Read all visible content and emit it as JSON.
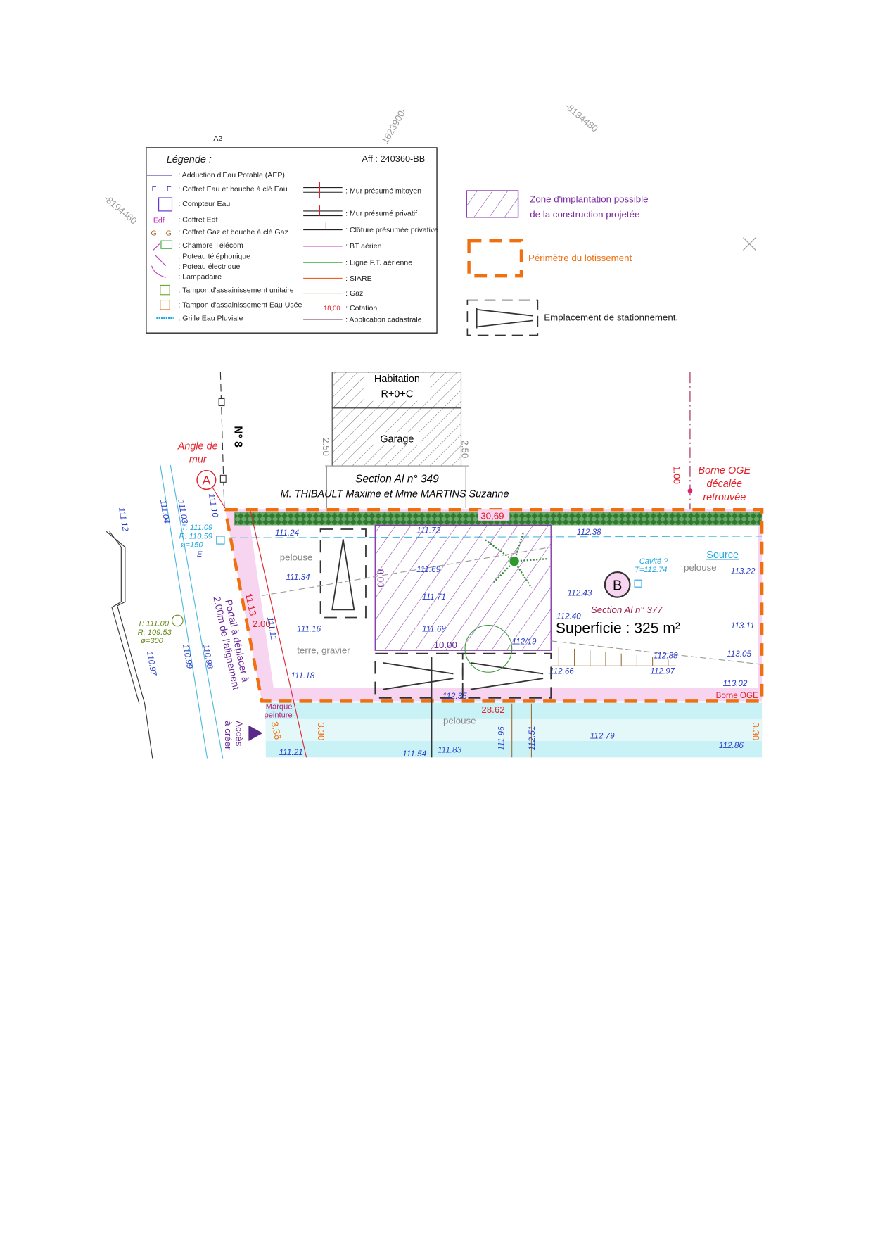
{
  "sheet_marker": "A2",
  "coords": {
    "c1": "1623900-",
    "c2": "-8194480",
    "c3": "-8194460"
  },
  "legend": {
    "title": "Légende :",
    "ref": "Aff : 240360-BB",
    "left_items": [
      ": Adduction d'Eau Potable (AEP)",
      ": Coffret Eau et bouche à clé Eau",
      ": Compteur Eau",
      ": Coffret Edf",
      ": Coffret Gaz et bouche à clé Gaz",
      ": Chambre Télécom",
      ": Poteau téléphonique",
      ": Poteau électrique",
      ": Lampadaire",
      ": Tampon d'assainissement unitaire",
      ": Tampon d'assainissement Eau Usée",
      ": Grille Eau Pluviale"
    ],
    "left_symbols": {
      "eau": "E",
      "eau2": "E",
      "edf": "Edf",
      "gaz": "G",
      "gaz2": "G"
    },
    "right_items": [
      ": Mur présumé mitoyen",
      ": Mur présumé privatif",
      ": Clôture présumée privative",
      ": BT aérien",
      ": Ligne F.T. aérienne",
      ": SIARE",
      ": Gaz",
      ": Cotation",
      ": Application cadastrale"
    ],
    "cotation_sample": "18,00",
    "colors": {
      "aep": "#2b1fb0",
      "bt": "#c040c0",
      "ft": "#3aa83a",
      "siare": "#f06020",
      "gaz": "#a0703a",
      "cadastre": "#b08898"
    }
  },
  "key": {
    "zone": [
      "Zone d'implantation possible",
      "de la construction projetée"
    ],
    "perimetre": "Périmètre du lotissement",
    "stationnement": "Emplacement de stationnement."
  },
  "plan": {
    "habitation": [
      "Habitation",
      "R+0+C"
    ],
    "garage": "Garage",
    "section_349": "Section Al n° 349",
    "owners": "M. THIBAULT Maxime et Mme MARTINS Suzanne",
    "street_no": "N° 8",
    "angle_de_mur": [
      "Angle de",
      "mur"
    ],
    "point_a": "A",
    "point_b": "B",
    "borne_oge_decalee": [
      "Borne OGE",
      "décalée",
      "retrouvée"
    ],
    "borne_oge": "Borne OGE",
    "source": "Source",
    "cavite": [
      "Cavité ?",
      "T=112.74"
    ],
    "section_377": "Section Al n° 377",
    "superficie": "Superficie : 325 m²",
    "pelouse_1": "pelouse",
    "pelouse_2": "pelouse",
    "pelouse_3": "pelouse",
    "terre_gravier": "terre, gravier",
    "portail": [
      "Portail à déplacer à",
      "2.00m de l'alignement"
    ],
    "marque_peinture": [
      "Marque",
      "peinture"
    ],
    "acces": [
      "Accès",
      "à créer"
    ],
    "regard_eau": [
      "T: 111.09",
      "R: 110.59",
      "ø=150"
    ],
    "regard_ass": [
      "T: 111.00",
      "R: 109.53",
      "ø=300"
    ],
    "eau_symbol": "E",
    "dimensions": {
      "top": "30,69",
      "bottom": "28.62",
      "left": "11.13",
      "retrait": "2.00",
      "borne": "1.00",
      "band_left": "3.30",
      "band_right": "3.30",
      "band_access": "3.36",
      "garage_left": "2.50",
      "garage_right": "2.50",
      "zone_h": "8.00",
      "zone_w": "10.00"
    },
    "elevations": [
      "111.24",
      "111.34",
      "111.16",
      "111.18",
      "111.72",
      "111.69",
      "111.71",
      "111.69",
      "112/19",
      "112.38",
      "112.43",
      "112.40",
      "112.88",
      "112.97",
      "112.66",
      "113.22",
      "113.11",
      "113.05",
      "113.02",
      "111.10",
      "111.03",
      "111.04",
      "111.12",
      "110.97",
      "110.99",
      "110.98",
      "111.11",
      "112.35",
      "112.79",
      "112.86",
      "111.21",
      "111.54",
      "111.83",
      "111.96",
      "112.51"
    ]
  },
  "colors": {
    "perimeter": "#f07010",
    "zone": "#8a3fb0",
    "pink": "#f7d4f0",
    "cyan": "#c8f2f6",
    "red": "#e0202a",
    "hedge": "#3c8a3c"
  }
}
